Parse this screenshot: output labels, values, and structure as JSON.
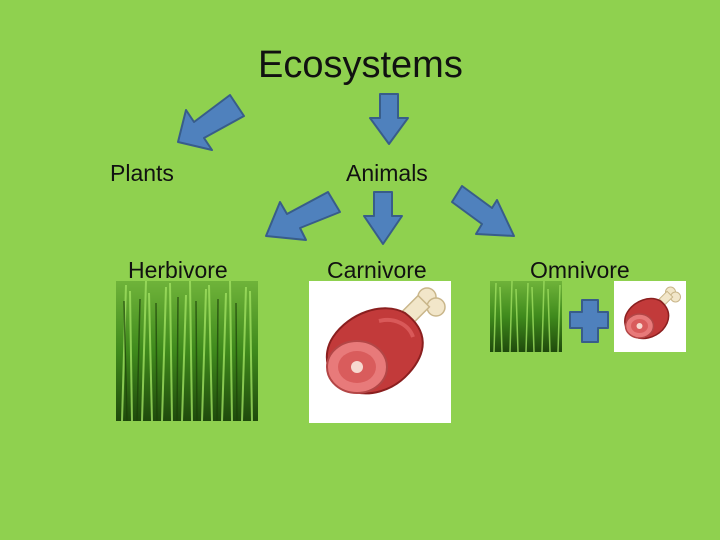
{
  "title": "Ecosystems",
  "labels": {
    "plants": "Plants",
    "animals": "Animals",
    "herbivore": "Herbivore",
    "carnivore": "Carnivore",
    "omnivore": "Omnivore"
  },
  "colors": {
    "background": "#8fd14f",
    "arrow_fill": "#4f81bd",
    "arrow_stroke": "#385d8a",
    "grass": "#3d7a1a",
    "meat": "#c23a3a",
    "bone": "#f2e6c9"
  },
  "icons": [
    "grass-image",
    "meat-drumstick-image",
    "plus-icon"
  ]
}
